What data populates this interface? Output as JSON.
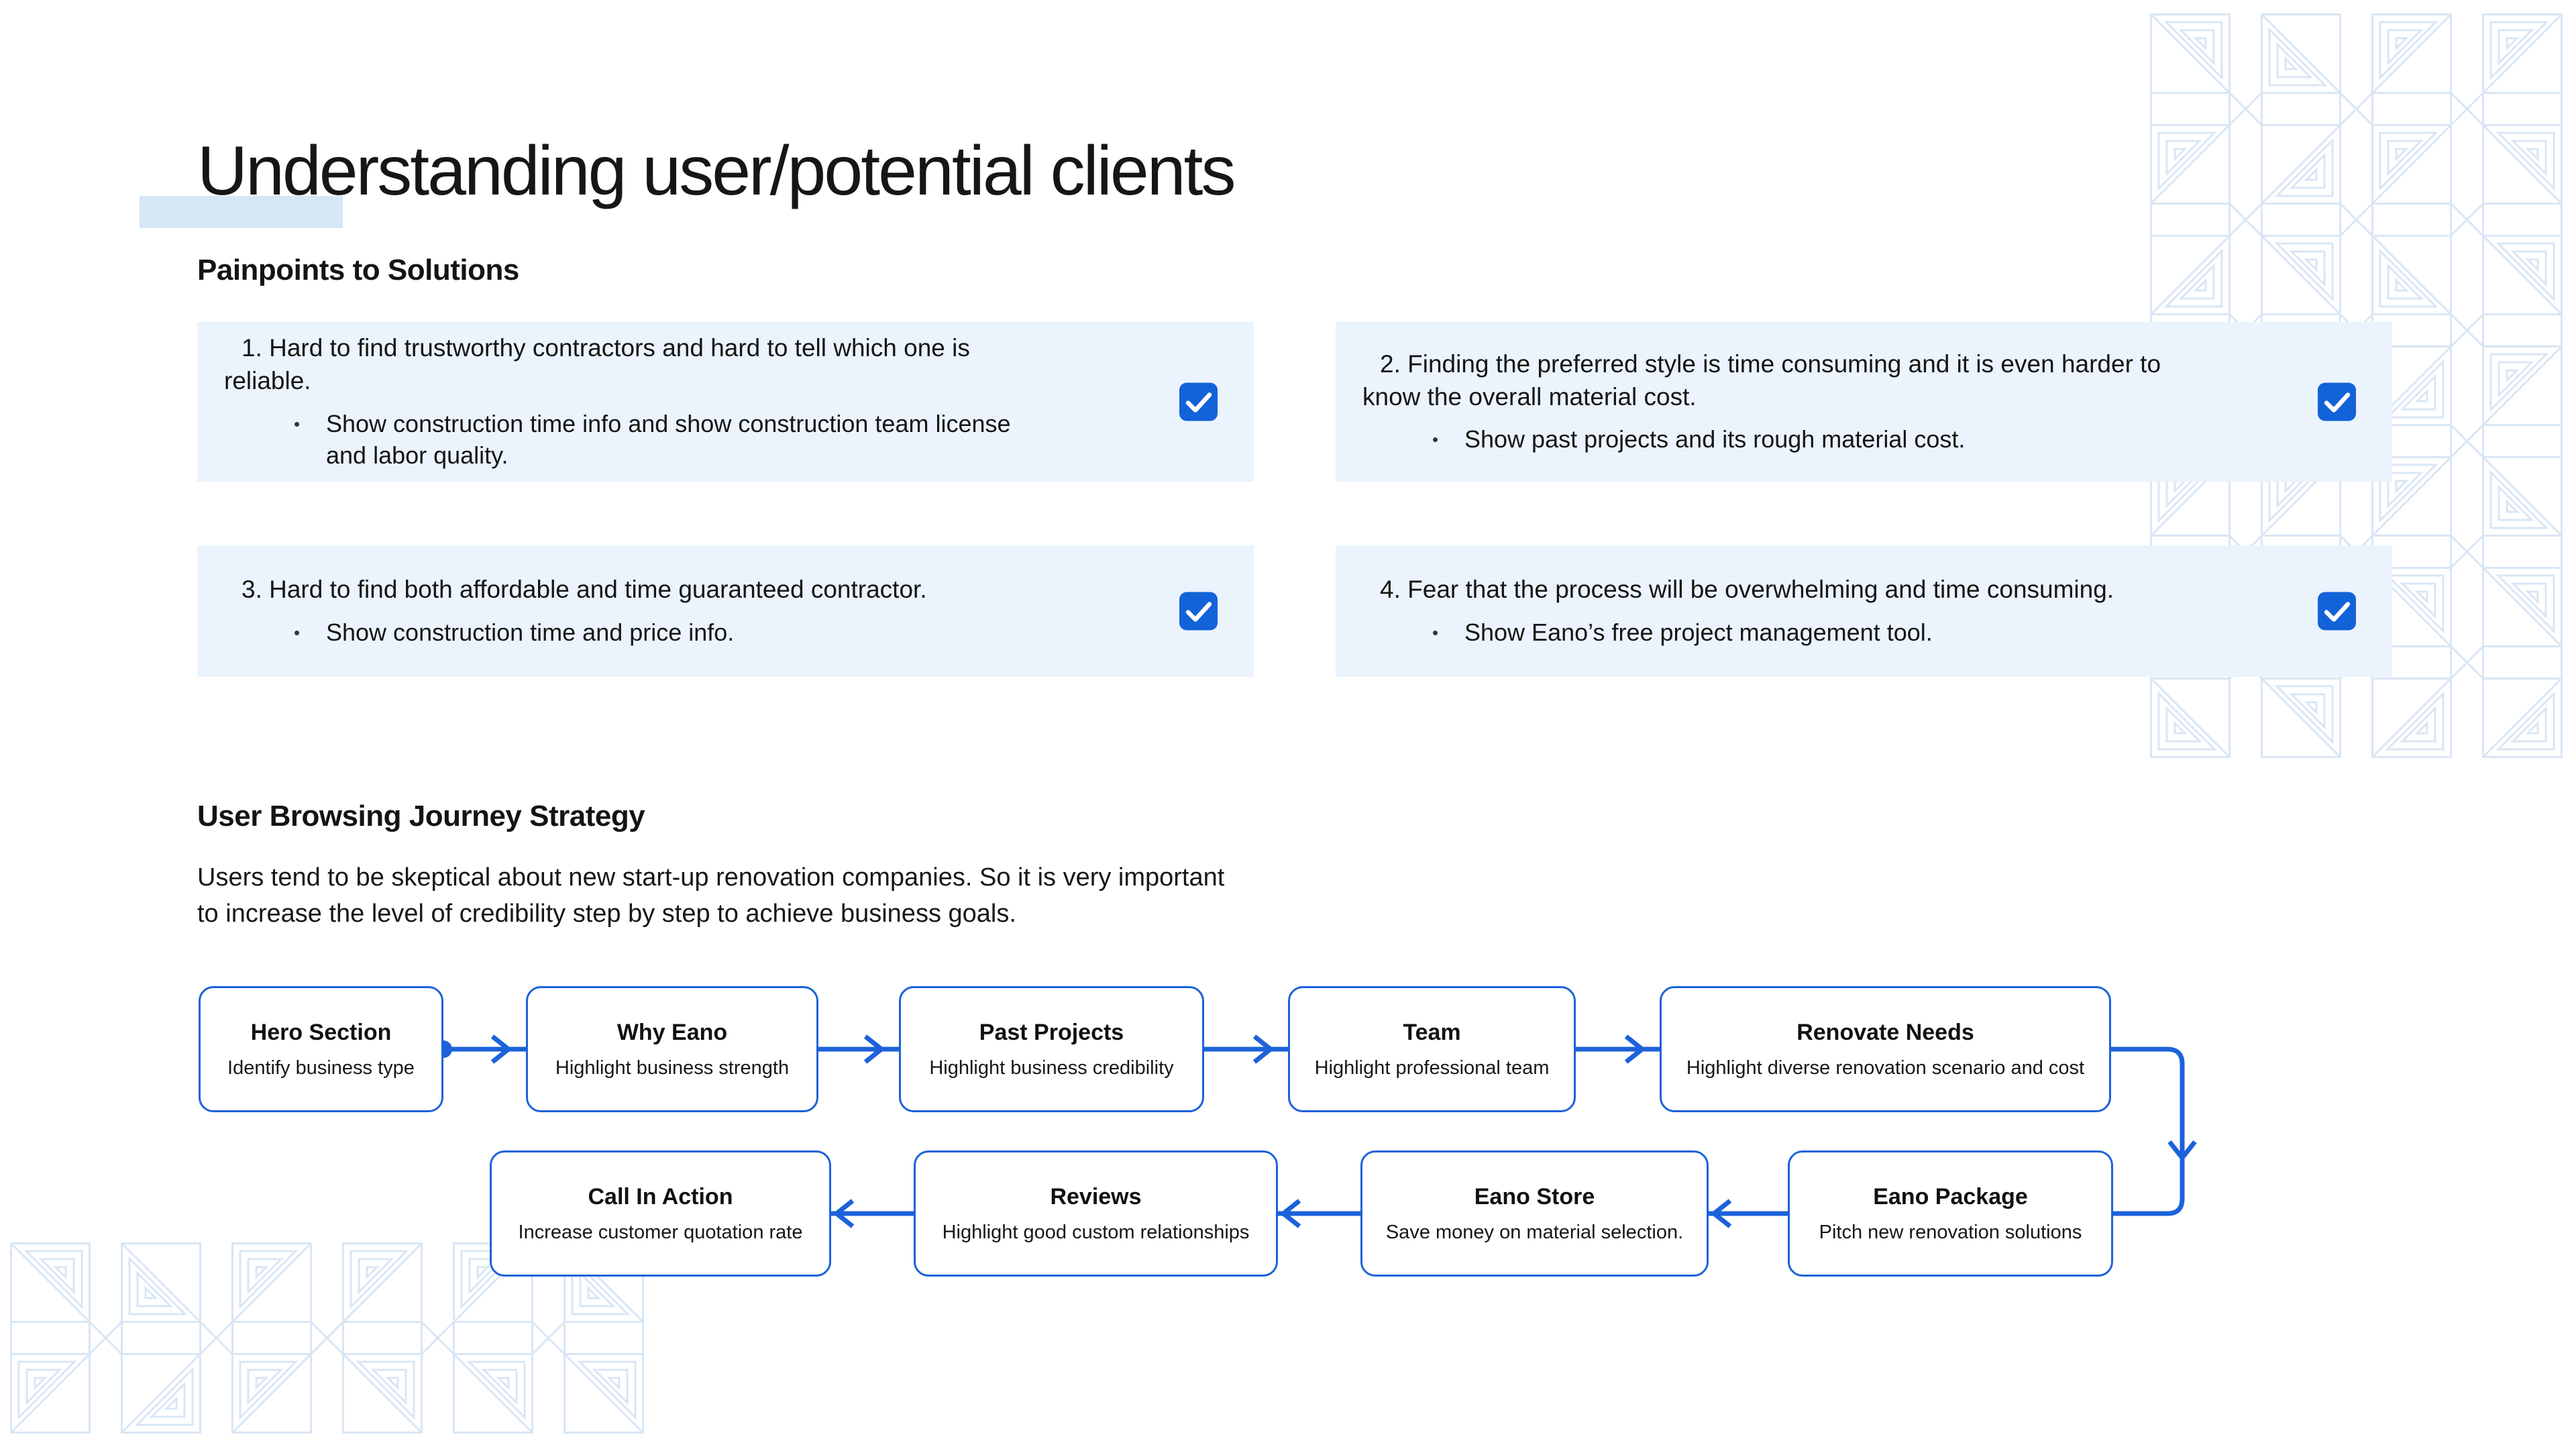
{
  "page": {
    "title": "Understanding user/potential clients"
  },
  "sections": {
    "painpoints": {
      "heading": "Painpoints to Solutions",
      "items": [
        {
          "point": "1.  Hard to find trustworthy contractors and hard to tell which one is reliable.",
          "solution": "Show construction time info and show construction team license and labor quality.",
          "checked": true
        },
        {
          "point": "2.  Finding the preferred style is time consuming and it is even harder to know the overall material cost.",
          "solution": "Show past projects and its rough material cost.",
          "checked": true
        },
        {
          "point": "3.  Hard to find both affordable and time guaranteed contractor.",
          "solution": "Show construction time and price info.",
          "checked": true
        },
        {
          "point": "4.  Fear that the process will be overwhelming and time consuming.",
          "solution": "Show Eano’s free project management tool.",
          "checked": true
        }
      ]
    },
    "journey": {
      "heading": "User Browsing Journey Strategy",
      "description": "Users tend to be skeptical about new start-up renovation companies. So it is very important to increase the level of credibility step by step to achieve business goals.",
      "top_row": [
        {
          "title": "Hero Section",
          "subtitle": "Identify business type"
        },
        {
          "title": "Why Eano",
          "subtitle": "Highlight business strength"
        },
        {
          "title": "Past Projects",
          "subtitle": "Highlight business credibility"
        },
        {
          "title": "Team",
          "subtitle": "Highlight professional team"
        },
        {
          "title": "Renovate Needs",
          "subtitle": "Highlight diverse renovation scenario and cost"
        }
      ],
      "bottom_row": [
        {
          "title": "Call In Action",
          "subtitle": "Increase customer quotation rate"
        },
        {
          "title": "Reviews",
          "subtitle": "Highlight good custom relationships"
        },
        {
          "title": "Eano Store",
          "subtitle": "Save money on material selection."
        },
        {
          "title": "Eano Package",
          "subtitle": "Pitch new renovation solutions"
        }
      ]
    }
  },
  "colors": {
    "accent_line": "#1C62DA",
    "checkbox_blue": "#1262D8",
    "panel_blue": "#EBF3FC",
    "pattern_blue": "#D9E6F5",
    "title_highlight": "#D7E6F7",
    "text": "#1B1B1B"
  }
}
